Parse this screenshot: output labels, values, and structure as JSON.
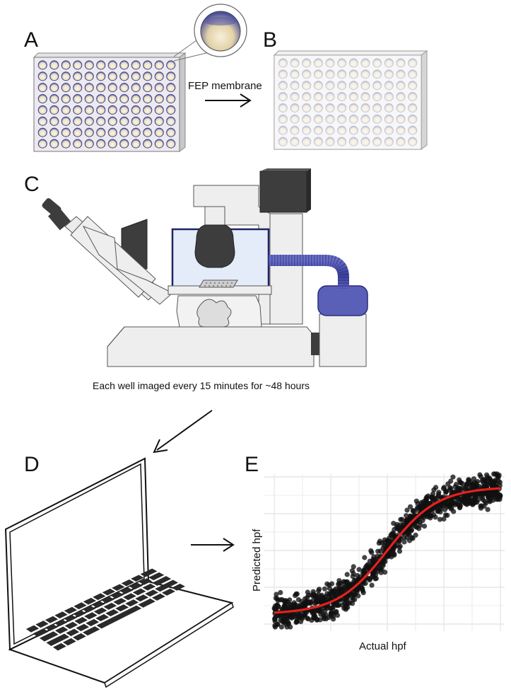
{
  "panels": {
    "a": "A",
    "b": "B",
    "c": "C",
    "d": "D",
    "e": "E"
  },
  "labels": {
    "fep_membrane": "FEP membrane",
    "imaging_caption": "Each well imaged every 15 minutes for ~48 hours"
  },
  "plate": {
    "rows": 8,
    "cols": 12
  },
  "colors": {
    "well_rim": "#5b5fa8",
    "well_fill": "#f3ecd8",
    "microscope_body": "#eeeeee",
    "dark_part": "#3d3d3d",
    "chamber_fill": "#e4ecfa",
    "chamber_border": "#1f2366",
    "tube": "#4a4fa8",
    "fit_line": "#e8201e",
    "points": "#111111"
  },
  "chart_data": {
    "type": "scatter",
    "xlabel": "Actual hpf",
    "ylabel": "Predicted hpf",
    "x_range": [
      0,
      1
    ],
    "y_range": [
      0,
      1
    ],
    "grid": true,
    "fit": "sigmoid",
    "n_points": 1100
  }
}
